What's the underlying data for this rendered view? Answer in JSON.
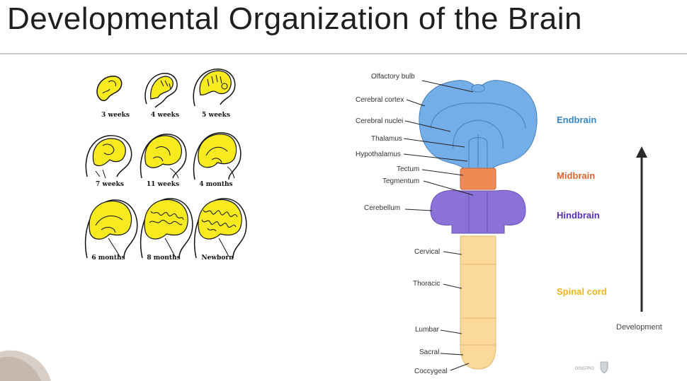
{
  "title": "Developmental Organization of the Brain",
  "embryo_stages": [
    {
      "label": "3 weeks"
    },
    {
      "label": "4 weeks"
    },
    {
      "label": "5 weeks"
    },
    {
      "label": "7 weeks"
    },
    {
      "label": "11 weeks"
    },
    {
      "label": "4 months"
    },
    {
      "label": "6 months"
    },
    {
      "label": "8 months"
    },
    {
      "label": "Newborn"
    }
  ],
  "diagram": {
    "labels": {
      "olfactory_bulb": "Olfactory bulb",
      "cerebral_cortex": "Cerebral cortex",
      "cerebral_nuclei": "Cerebral nuclei",
      "thalamus": "Thalamus",
      "hypothalamus": "Hypothalamus",
      "tectum": "Tectum",
      "tegmentum": "Tegmentum",
      "cerebellum": "Cerebellum",
      "cervical": "Cervical",
      "thoracic": "Thoracic",
      "lumbar": "Lumbar",
      "sacral": "Sacral",
      "coccygeal": "Coccygeal"
    },
    "regions": {
      "endbrain": {
        "label": "Endbrain",
        "color": "#3a86c0"
      },
      "midbrain": {
        "label": "Midbrain",
        "color": "#e0642b"
      },
      "hindbrain": {
        "label": "Hindbrain",
        "color": "#5a2fa8"
      },
      "spinal_cord": {
        "label": "Spinal cord",
        "color": "#f0b419"
      }
    },
    "fills": {
      "endbrain": "#74aee8",
      "midbrain": "#f08a55",
      "hindbrain": "#8b72d9",
      "spinal_cord": "#fbd99a"
    }
  },
  "development_label": "Development",
  "logo_text": "DISEPRO",
  "icons": {
    "arrow": "up-arrow-icon",
    "logo": "shield-logo-icon"
  }
}
